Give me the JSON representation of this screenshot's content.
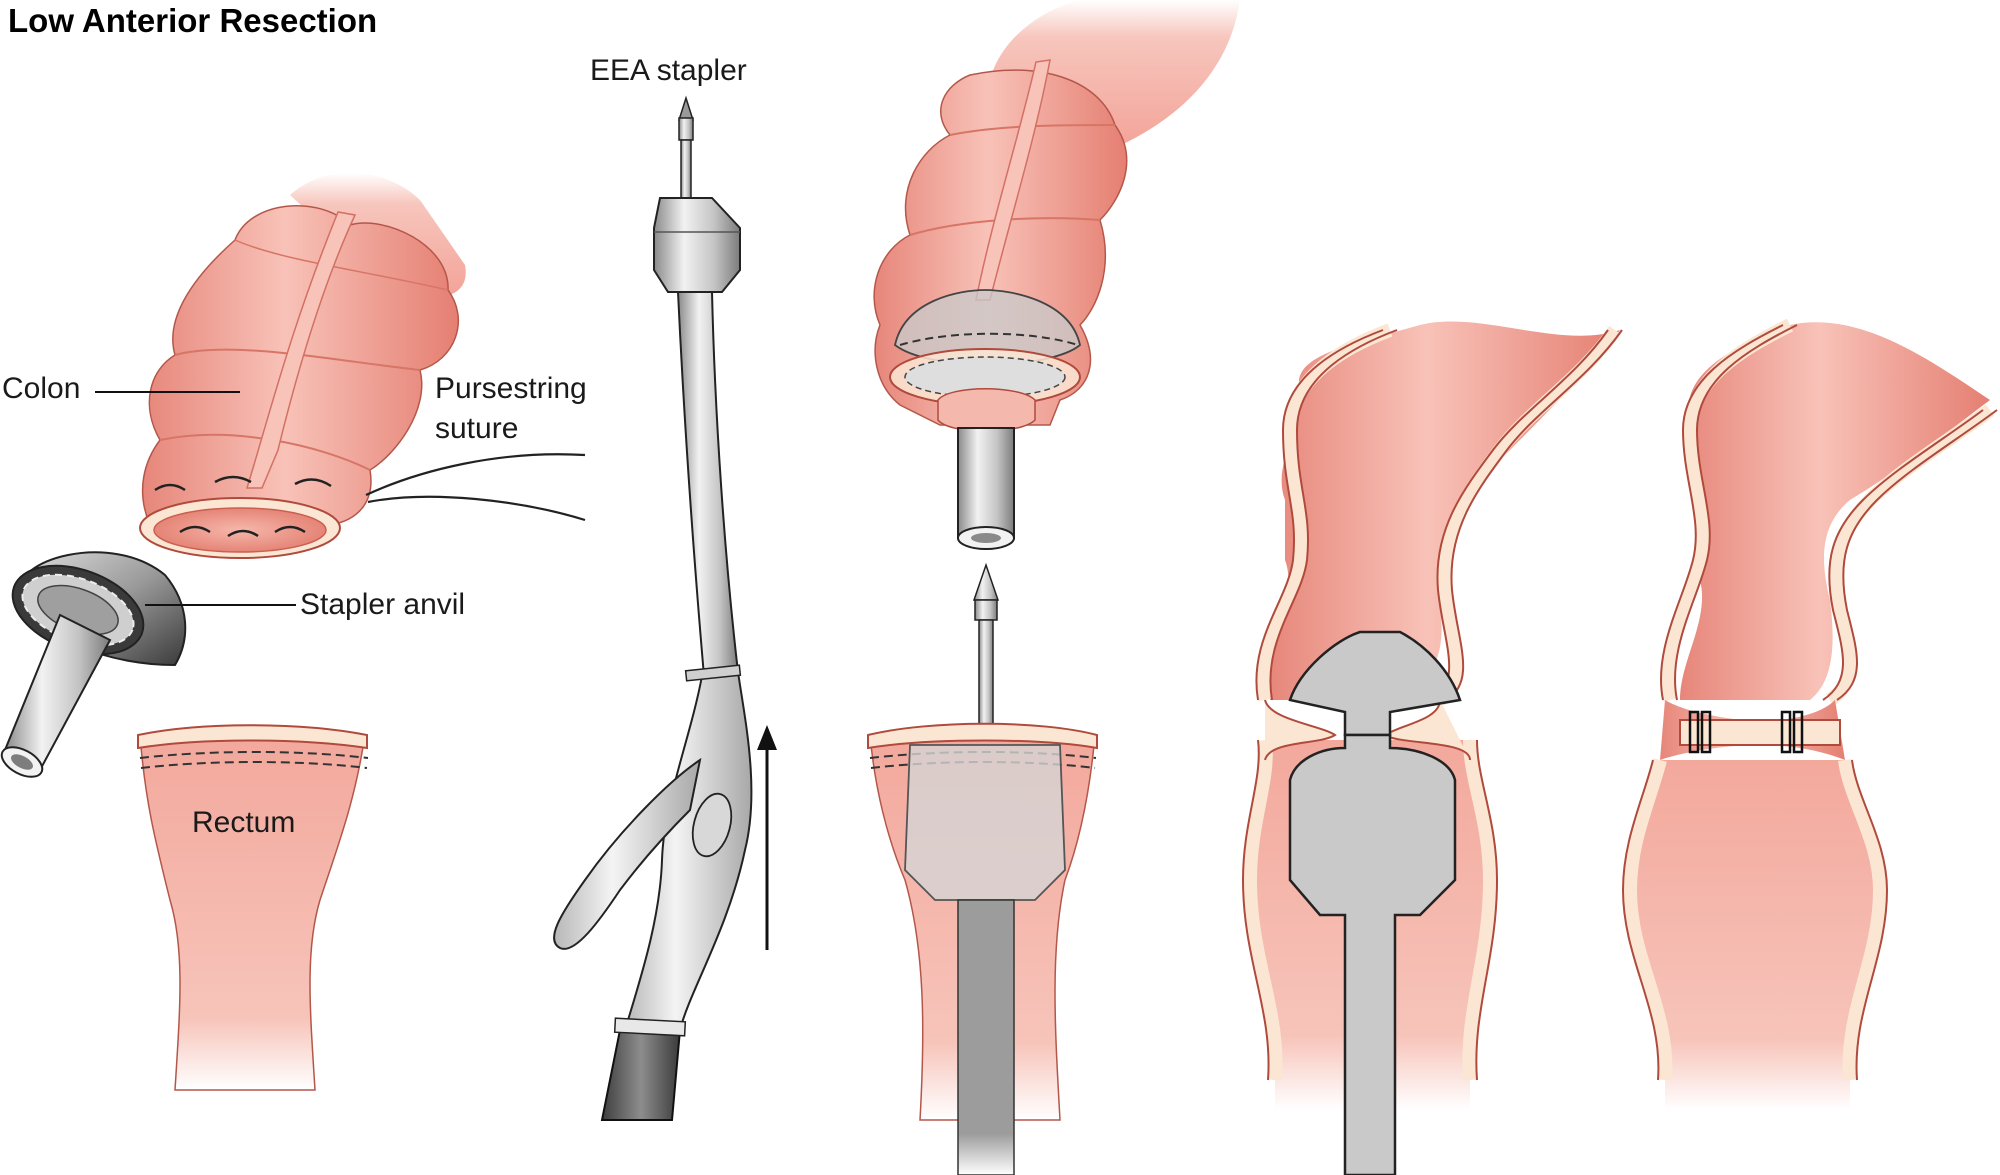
{
  "figure": {
    "title": "Low Anterior Resection",
    "labels": {
      "colon": "Colon",
      "pursestring_line1": "Pursestring",
      "pursestring_line2": "suture",
      "stapler_anvil": "Stapler anvil",
      "rectum": "Rectum",
      "eea_stapler": "EEA stapler"
    }
  },
  "colors": {
    "tissue": "#f2a79a",
    "tissue_dark": "#e07868",
    "tissue_edge": "#b04a3c",
    "lining": "#fdf1e2",
    "metal": "#c9c9c9",
    "metal_dark": "#6e6e6e",
    "outline": "#222222"
  }
}
